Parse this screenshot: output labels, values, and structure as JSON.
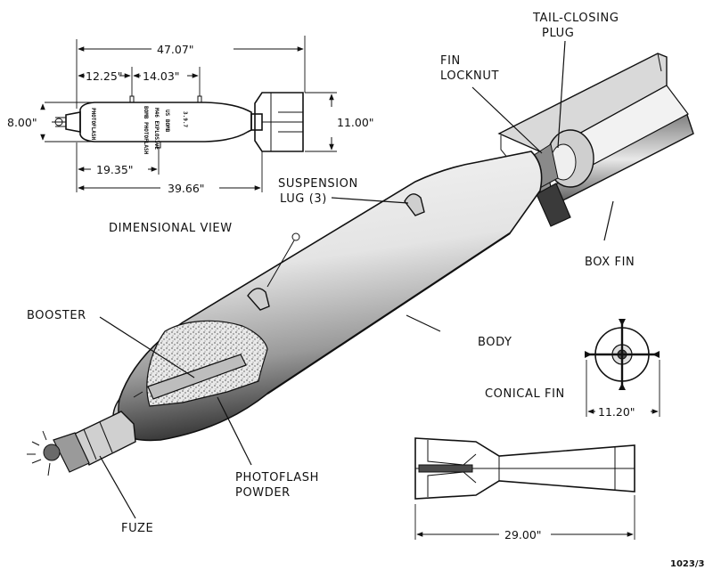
{
  "labels": {
    "tail_closing_plug": [
      "TAIL-CLOSING",
      "PLUG"
    ],
    "fin_locknut": [
      "FIN",
      "LOCKNUT"
    ],
    "suspension_lug": [
      "SUSPENSION",
      "LUG (3)"
    ],
    "dimensional_view": "DIMENSIONAL VIEW",
    "box_fin": "BOX FIN",
    "booster": "BOOSTER",
    "body": "BODY",
    "conical_fin": "CONICAL FIN",
    "photoflash_powder": [
      "PHOTOFLASH",
      "POWDER"
    ],
    "fuze": "FUZE",
    "figure_ref": "1023/3"
  },
  "dimensions": {
    "overall_length": "47.07\"",
    "nose_to_first_lug": "12.25\"",
    "lug_spacing": "14.03\"",
    "body_diameter": "8.00\"",
    "fin_height": "11.00\"",
    "nose_to_lug_bottom": "19.35\"",
    "nose_to_fin": "39.66\"",
    "conical_fin_span": "11.20\"",
    "conical_fin_length": "29.00\""
  },
  "body_markings": [
    "PHOTOFLASH",
    "BOMB PHOTOFLASH",
    "M46 EXPLOSIVE",
    "US BOMB"
  ]
}
